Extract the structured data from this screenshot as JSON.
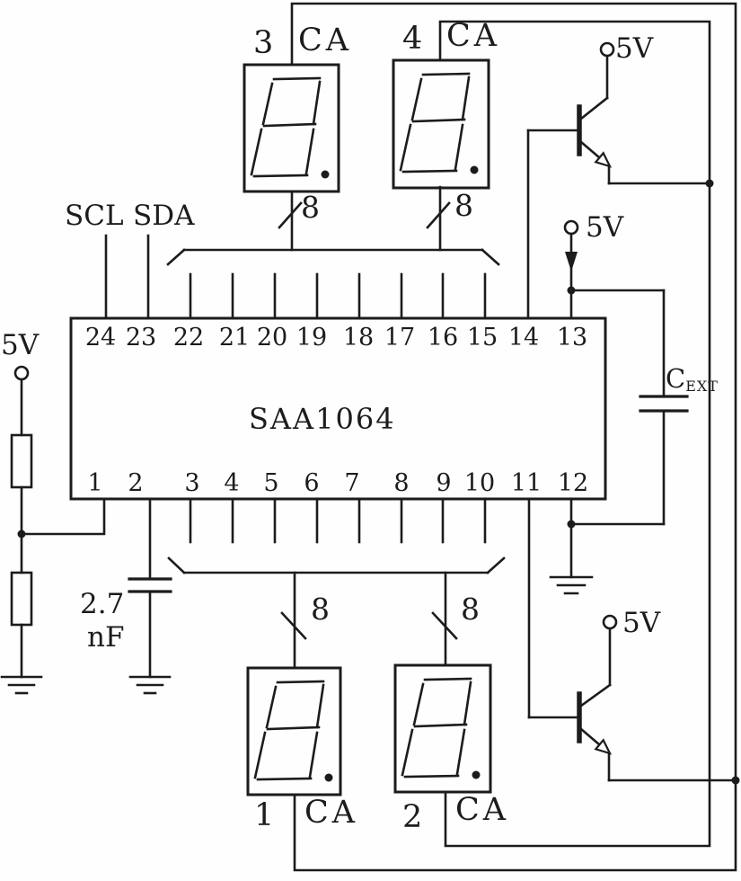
{
  "ic": {
    "name": "SAA1064",
    "top_pins": [
      "24",
      "23",
      "22",
      "21",
      "20",
      "19",
      "18",
      "17",
      "16",
      "15",
      "14",
      "13"
    ],
    "bottom_pins": [
      "1",
      "2",
      "3",
      "4",
      "5",
      "6",
      "7",
      "8",
      "9",
      "10",
      "11",
      "12"
    ]
  },
  "i2c": {
    "scl": "SCL",
    "sda": "SDA"
  },
  "supply": {
    "label": "5V"
  },
  "bus": {
    "width_label": "8"
  },
  "osc_capacitor": {
    "value": "2.7",
    "unit": "nF"
  },
  "ext_capacitor": {
    "name": "C",
    "subscript": "EXT"
  },
  "displays": {
    "common_anode_label": "CA",
    "items": [
      {
        "digit": "3",
        "position": "top-left"
      },
      {
        "digit": "4",
        "position": "top-right"
      },
      {
        "digit": "1",
        "position": "bottom-left"
      },
      {
        "digit": "2",
        "position": "bottom-right"
      }
    ]
  }
}
